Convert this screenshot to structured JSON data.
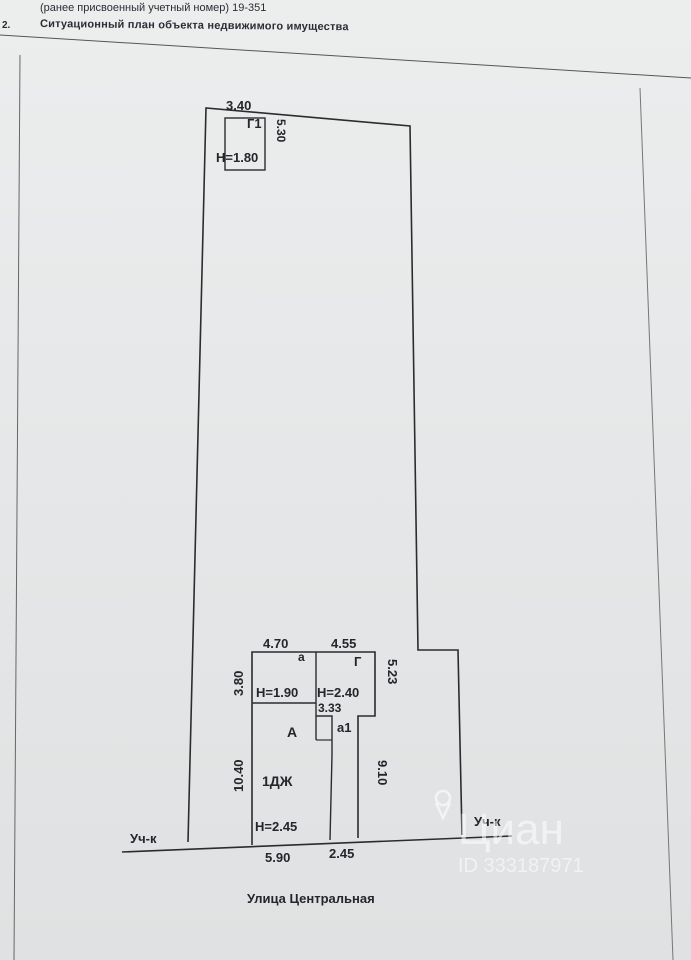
{
  "header": {
    "line1": "(ранее присвоенный учетный номер) 19-351",
    "line2": "Ситуационный план объекта недвижимого имущества",
    "section_number": "2."
  },
  "plan": {
    "g1_width": "3.40",
    "g1_label": "Г1",
    "g1_depth": "5.30",
    "g1_height": "Н=1.80",
    "a_width": "4.70",
    "g_width": "4.55",
    "a_depth": "3.80",
    "a_label": "а",
    "g_label": "Г",
    "a_height": "Н=1.90",
    "g_height": "Н=2.40",
    "g_depth": "5.23",
    "a1_width": "3.33",
    "a1_label": "а1",
    "house_label": "А",
    "house_code": "1ДЖ",
    "house_depth": "10.40",
    "a1_depth": "9.10",
    "house_height": "Н=2.45",
    "house_width": "5.90",
    "a1_front": "2.45",
    "plot_left": "Уч-к",
    "plot_right": "Уч-к",
    "street": "Улица Центральная"
  },
  "watermark": {
    "brand": "Циан",
    "id": "ID 333187971"
  }
}
